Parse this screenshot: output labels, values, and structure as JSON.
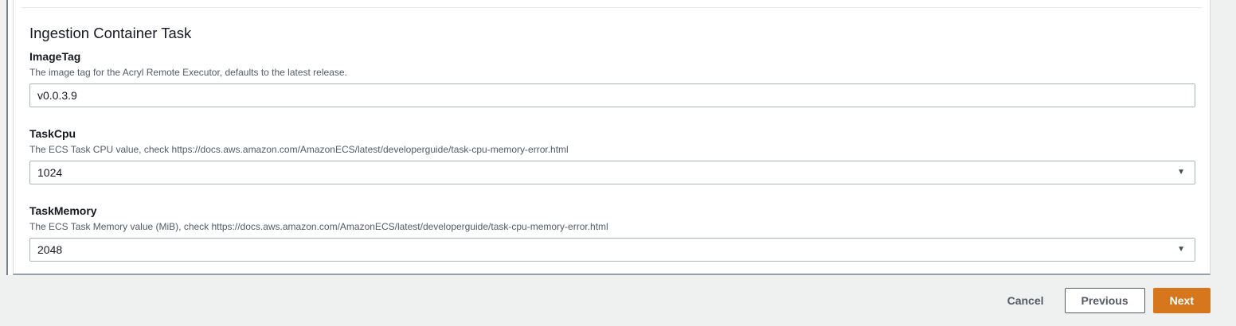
{
  "colors": {
    "accent_orange": "#d6771e",
    "card_border": "#d5dbdb",
    "card_bottom_border": "#96a1a5",
    "text_primary": "#16191f",
    "text_secondary": "#545b64",
    "page_background": "#eff0f0"
  },
  "form_section": {
    "title": "Ingestion Container Task",
    "fields": [
      {
        "label": "ImageTag",
        "description": "The image tag for the Acryl Remote Executor, defaults to the latest release.",
        "value": "v0.0.3.9",
        "control": "text-input"
      },
      {
        "label": "TaskCpu",
        "description": "The ECS Task CPU value, check https://docs.aws.amazon.com/AmazonECS/latest/developerguide/task-cpu-memory-error.html",
        "value": "1024",
        "control": "select"
      },
      {
        "label": "TaskMemory",
        "description": "The ECS Task Memory value (MiB), check https://docs.aws.amazon.com/AmazonECS/latest/developerguide/task-cpu-memory-error.html",
        "value": "2048",
        "control": "select"
      }
    ]
  },
  "footer_actions": {
    "cancel": "Cancel",
    "previous": "Previous",
    "next": "Next"
  },
  "icons": {
    "dropdown_arrow": "▼"
  }
}
